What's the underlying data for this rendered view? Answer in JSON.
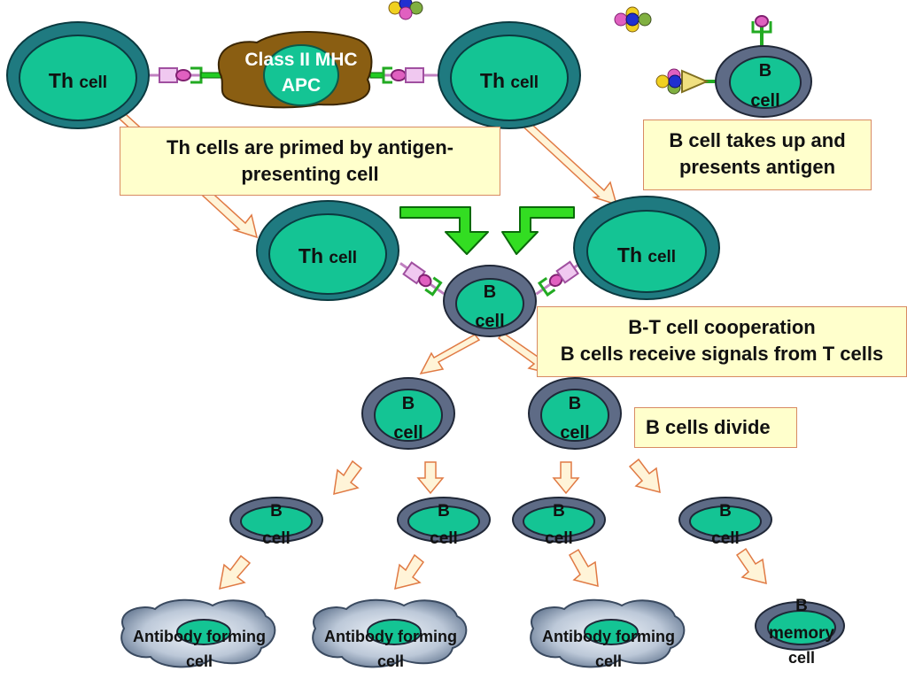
{
  "cells": {
    "th1": {
      "main": "Th",
      "sub": "cell"
    },
    "th2": {
      "main": "Th",
      "sub": "cell"
    },
    "th3": {
      "main": "Th",
      "sub": "cell"
    },
    "th4": {
      "main": "Th",
      "sub": "cell"
    },
    "apc": {
      "line1": "Class II MHC",
      "line2": "APC"
    },
    "b_top": {
      "line1": "B",
      "line2": "cell"
    },
    "b_center": {
      "line1": "B",
      "line2": "cell"
    },
    "b_mid_left": {
      "line1": "B",
      "line2": "cell"
    },
    "b_mid_right": {
      "line1": "B",
      "line2": "cell"
    },
    "b_row": [
      {
        "line1": "B",
        "line2": "cell"
      },
      {
        "line1": "B",
        "line2": "cell"
      },
      {
        "line1": "B",
        "line2": "cell"
      },
      {
        "line1": "B",
        "line2": "cell"
      }
    ],
    "antibody": [
      {
        "line1": "Antibody forming",
        "line2": "cell"
      },
      {
        "line1": "Antibody forming",
        "line2": "cell"
      },
      {
        "line1": "Antibody forming",
        "line2": "cell"
      }
    ],
    "memory": {
      "line1": "B",
      "line2": "memory",
      "line3": "cell"
    }
  },
  "notes": {
    "primed": {
      "line1": "Th cells are primed by antigen-",
      "line2": "presenting cell"
    },
    "b_takes": {
      "line1": "B cell takes up and",
      "line2": "presents antigen"
    },
    "cooperation": {
      "line1": "B-T cell cooperation",
      "line2": "B cells receive signals from T cells"
    },
    "divide": {
      "line1": "B cells divide"
    }
  },
  "colors": {
    "cell_outer": "#1f7a80",
    "cell_inner": "#14c494",
    "b_outer": "#5e6b86",
    "apc_body": "#8a5e12",
    "arrow_green": "#33dd22",
    "note_fill": "#ffffcc",
    "note_border": "#d88a63",
    "receptor_pink": "#e8a0e0"
  }
}
